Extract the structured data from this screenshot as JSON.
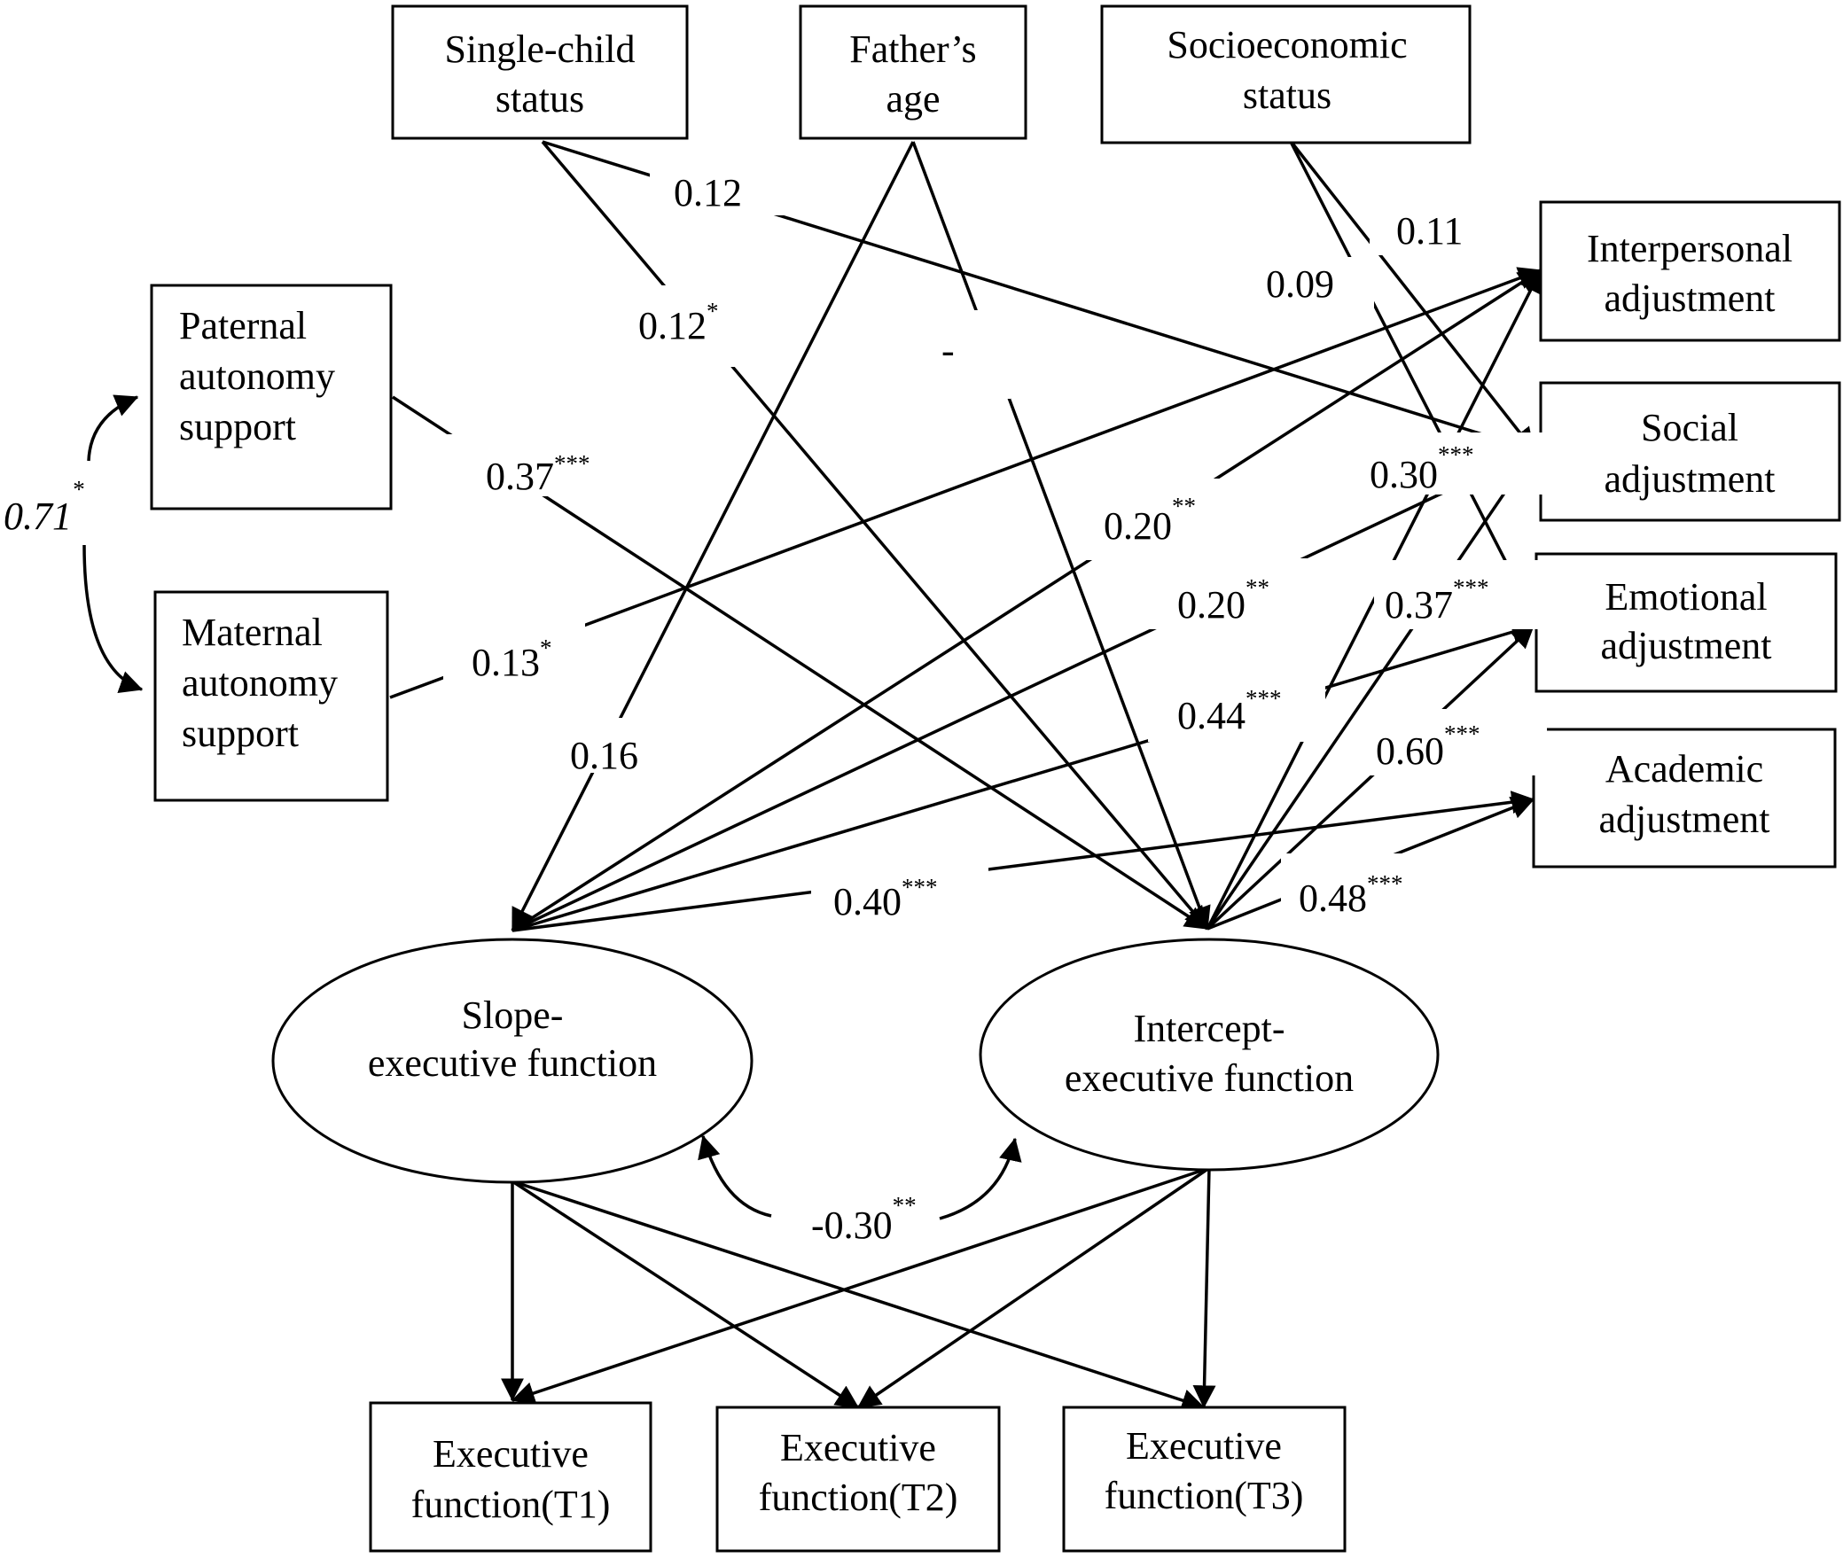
{
  "nodes": {
    "single_child": [
      "Single-child",
      "status"
    ],
    "fathers_age": [
      "Father’s",
      "age"
    ],
    "ses": [
      "Socioeconomic",
      "status"
    ],
    "paternal": [
      "Paternal",
      "autonomy",
      "support"
    ],
    "maternal": [
      "Maternal",
      "autonomy",
      "support"
    ],
    "interpersonal": [
      "Interpersonal",
      "adjustment"
    ],
    "social": [
      "Social",
      "adjustment"
    ],
    "emotional": [
      "Emotional",
      "adjustment"
    ],
    "academic": [
      "Academic",
      "adjustment"
    ],
    "slope": [
      "Slope-",
      "executive function"
    ],
    "intercept": [
      "Intercept-",
      "executive function"
    ],
    "ef_t1": [
      "Executive",
      "function(T1)"
    ],
    "ef_t2": [
      "Executive",
      "function(T2)"
    ],
    "ef_t3": [
      "Executive",
      "function(T3)"
    ]
  },
  "coefficients": {
    "single_child_social": {
      "value": "0.12",
      "sig": ""
    },
    "single_child_intercept": {
      "value": "0.12",
      "sig": "*"
    },
    "fathers_age_slope": {
      "value": "0.16",
      "sig": ""
    },
    "fathers_age_intercept": {
      "value": "-",
      "sig": ""
    },
    "ses_social": {
      "value": "0.11",
      "sig": ""
    },
    "ses_emotional": {
      "value": "0.09",
      "sig": ""
    },
    "paternal_intercept": {
      "value": "0.37",
      "sig": "***"
    },
    "maternal_interpersonal": {
      "value": "0.13",
      "sig": "*"
    },
    "slope_interpersonal": {
      "value": "0.20",
      "sig": "**"
    },
    "slope_social": {
      "value": "0.20",
      "sig": "**"
    },
    "slope_emotional": {
      "value": "0.44",
      "sig": "***"
    },
    "slope_academic": {
      "value": "0.40",
      "sig": "***"
    },
    "intercept_interpersonal": {
      "value": "0.30",
      "sig": "***"
    },
    "intercept_social": {
      "value": "0.37",
      "sig": "***"
    },
    "intercept_emotional": {
      "value": "0.60",
      "sig": "***"
    },
    "intercept_academic": {
      "value": "0.48",
      "sig": "***"
    },
    "parents_covariance": {
      "value": "0.71",
      "sig": "*"
    },
    "slope_intercept_covariance": {
      "value": "-0.30",
      "sig": "**"
    }
  }
}
